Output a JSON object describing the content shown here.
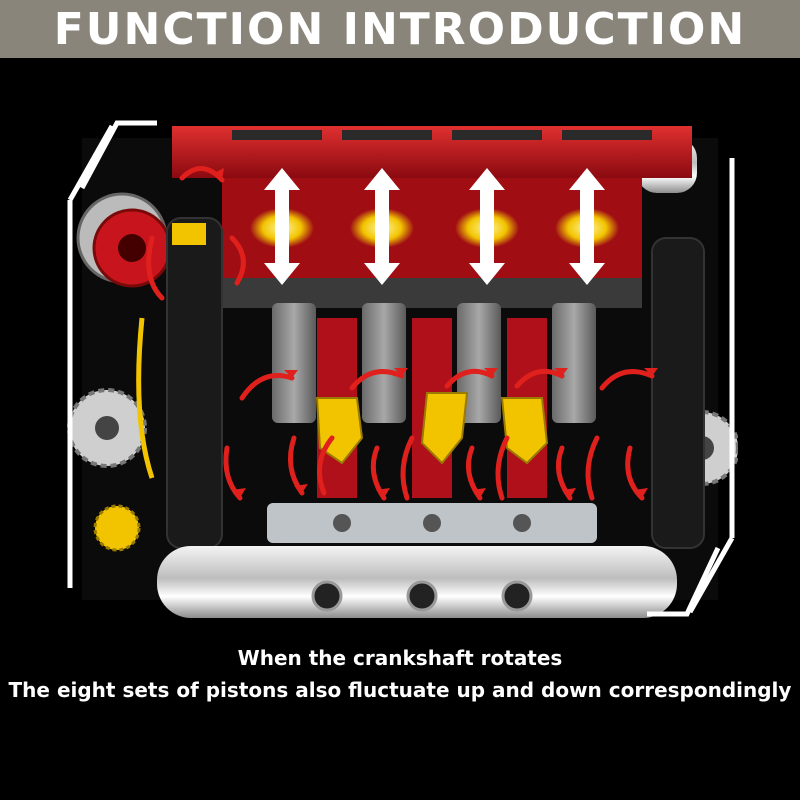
{
  "header": {
    "title": "FUNCTION INTRODUCTION",
    "background": "#8a857a"
  },
  "captions": {
    "line1": "When the crankshaft rotates",
    "line2": "The eight sets of pistons also fluctuate up and down correspondingly"
  },
  "colors": {
    "engine_red": "#c8141c",
    "gear_yellow": "#f2c400",
    "arrow_red": "#e0201c"
  },
  "icons": [
    "up-down-arrow-icon",
    "rotation-arrow-icon",
    "frame-bracket-icon"
  ]
}
